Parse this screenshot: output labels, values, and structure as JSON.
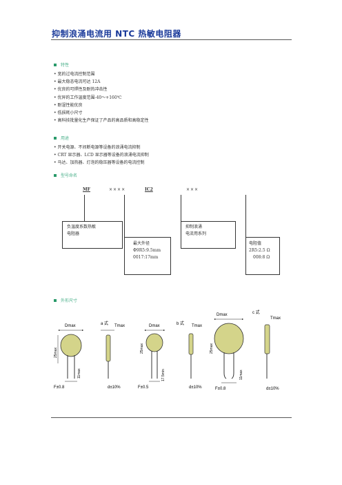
{
  "title": "抑制浪涌电流用 NTC 热敏电阻器",
  "sections": {
    "features": "特性",
    "usage": "用途",
    "naming": "型号命名",
    "dimensions": "外形尺寸"
  },
  "features": [
    "宽的过电流控制范围",
    "最大稳态电流可达 12A",
    "优良的可焊性及耐热冲击性",
    "优异的工作温度范围-40～+160℃",
    "耐湿性能优良",
    "低损耗小尺寸",
    "高科技批量化生产保证了产品的高品质和高稳定性"
  ],
  "usage": [
    "开关电源、不间断电源等设备的浪涌电流抑制",
    "CRT 显示器、LCD 显示器等设备的浪涌电流抑制",
    "马达、加热器、灯泡的稳压器等设备的电流控制"
  ],
  "naming": {
    "code_mf": "MF",
    "code_x1": "××××",
    "code_ic": "IC2",
    "code_x2": "×××",
    "box1_line1": "负温度系数热敏",
    "box1_line2": "电阻器",
    "box2_line1": "最大外径",
    "box2_line2": "Φ9R5:9.5mm",
    "box2_line3": "0017:17mm",
    "box3_line1": "抑制浪涌",
    "box3_line2": "电流用系列",
    "box4_line1": "电阻值",
    "box4_line2": "2R5:2.5 Ω",
    "box4_line3": "008:8 Ω"
  },
  "diagram": {
    "a_style": "a 式",
    "b_style": "b 式",
    "c_style": "c 式",
    "dmax": "Dmax",
    "tmax": "Tmax",
    "h25": "25max",
    "l11": "11max",
    "l17": "17.5min",
    "f08": "F±0.8",
    "f05": "F±0.5",
    "d10": "d±10%"
  },
  "colors": {
    "title": "#1a3a9a",
    "section": "#2a9a6a",
    "disc": "#d4d48a"
  }
}
